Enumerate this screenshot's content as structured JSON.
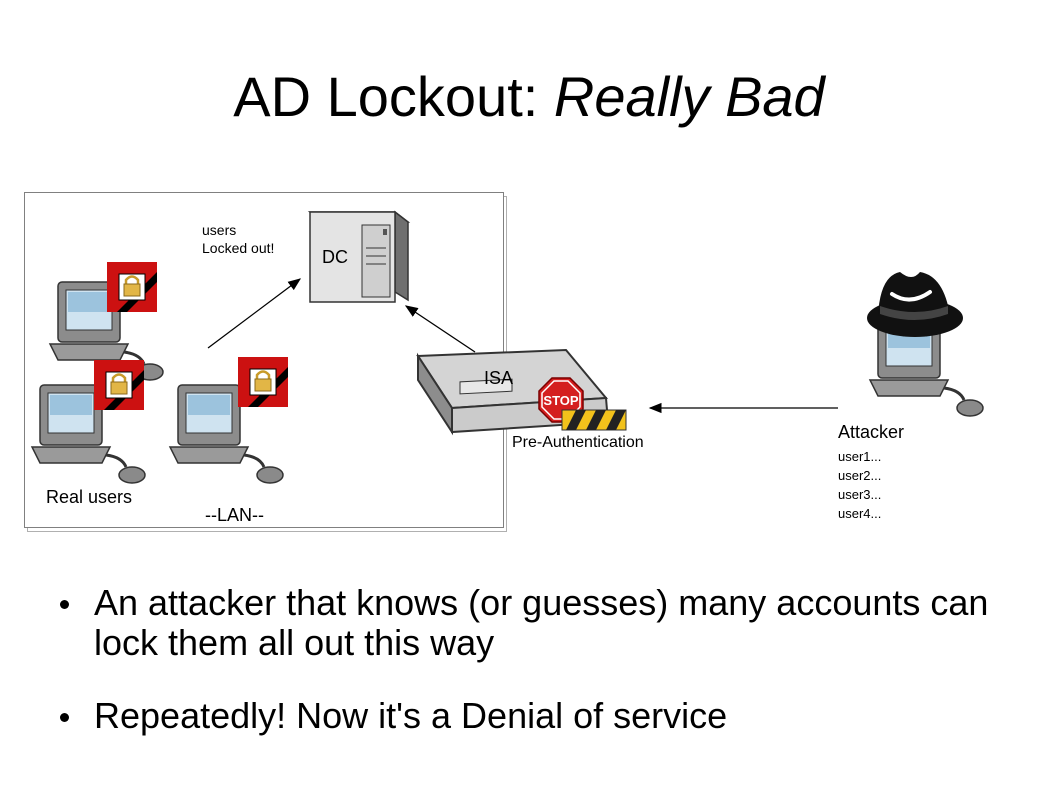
{
  "slide": {
    "title_main": "AD Lockout: ",
    "title_emph": "Really Bad"
  },
  "diagram": {
    "users_locked_line1": "users",
    "users_locked_line2": "Locked out!",
    "dc_label": "DC",
    "isa_label": "ISA",
    "stop_label": "STOP",
    "preauth_label": "Pre-Authentication",
    "real_users_label": "Real users",
    "lan_label": "--LAN--",
    "attacker_label": "Attacker",
    "attacker_users": [
      "user1...",
      "user2...",
      "user3...",
      "user4..."
    ]
  },
  "bullets": [
    "An attacker that knows (or guesses) many accounts can lock them all out this way",
    "Repeatedly! Now it's a Denial of service"
  ]
}
